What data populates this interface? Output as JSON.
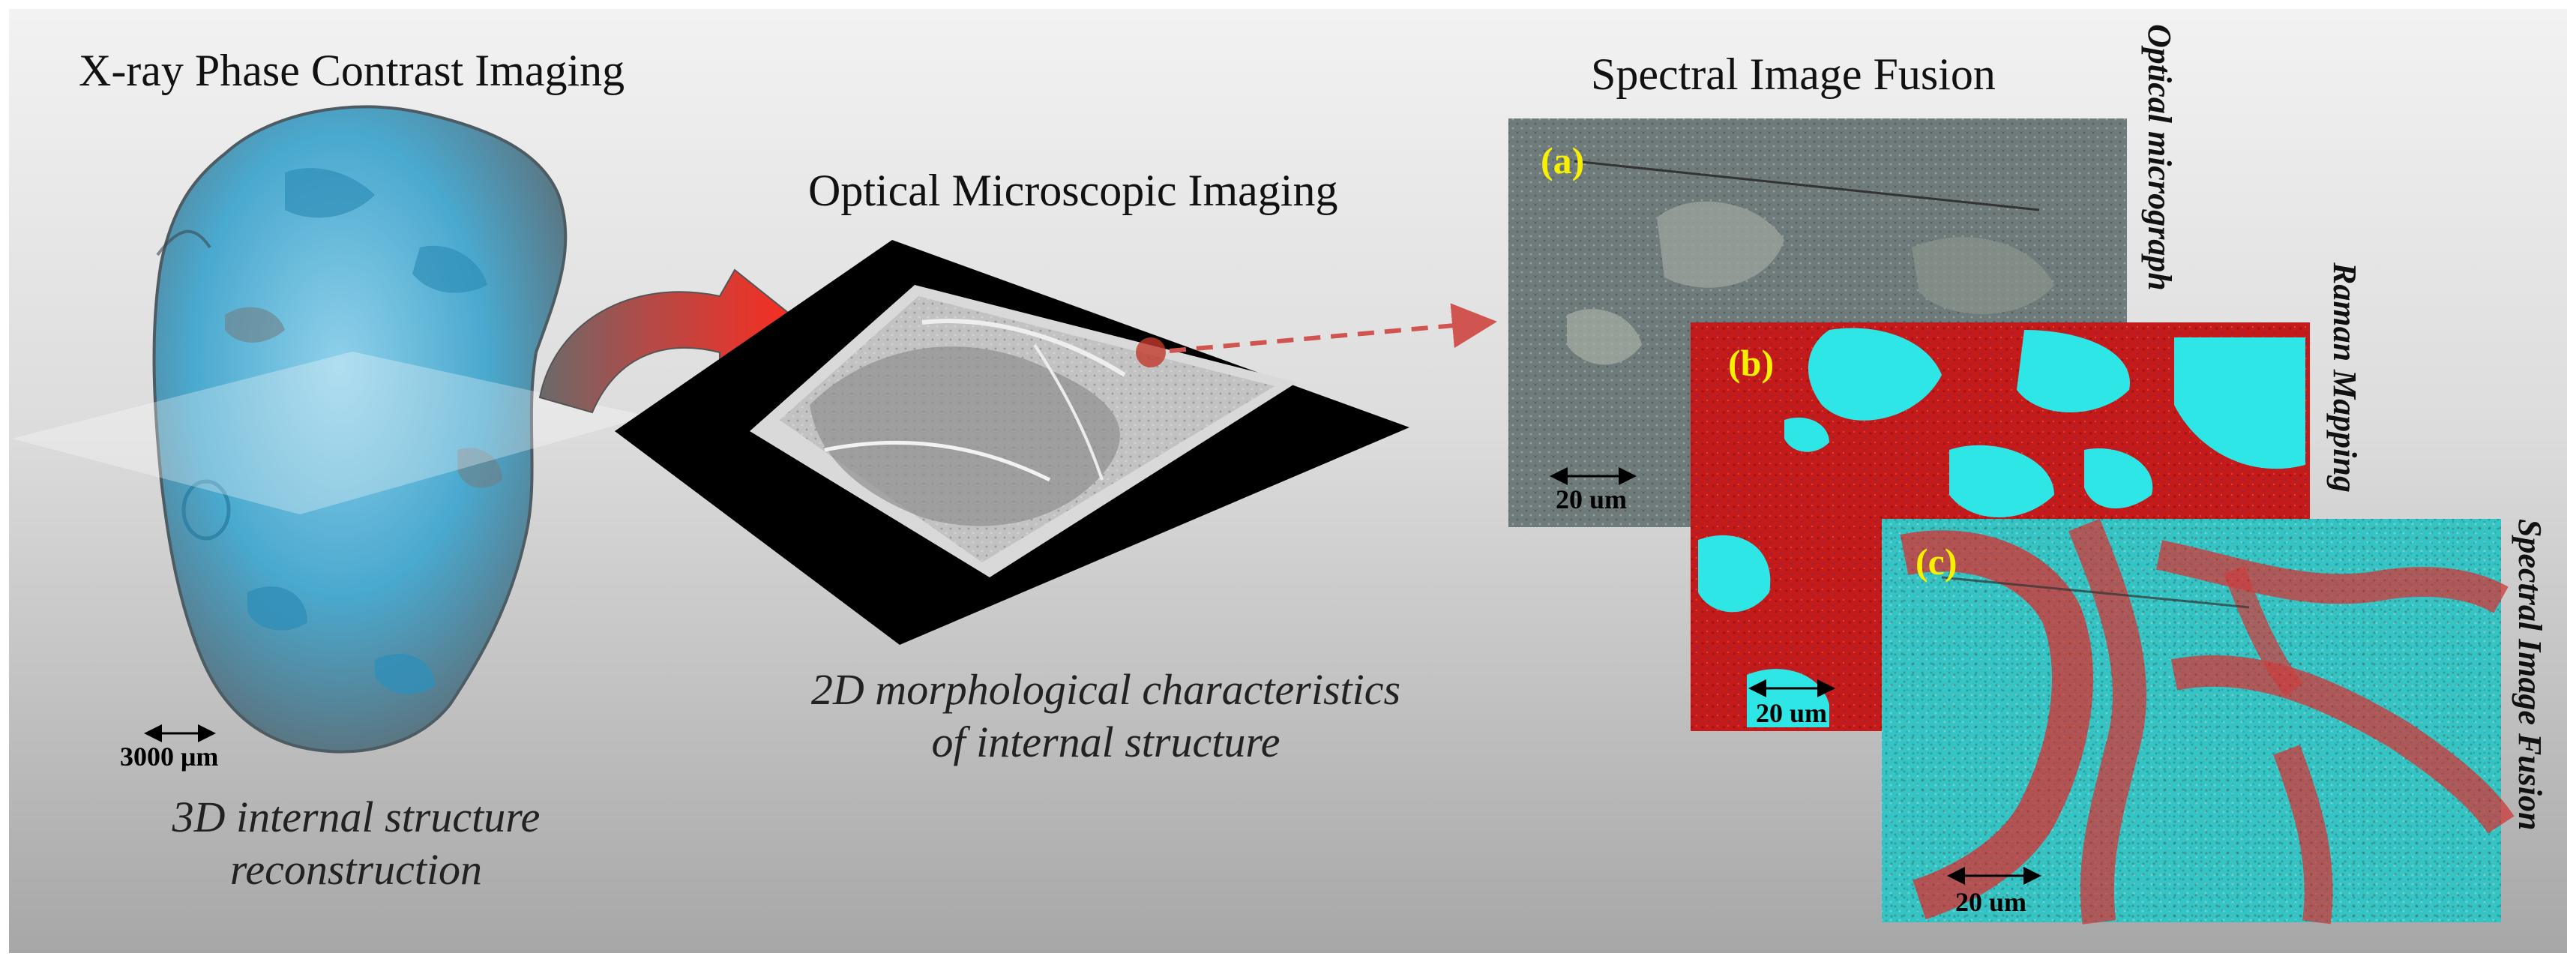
{
  "xray": {
    "title": "X-ray Phase Contrast Imaging",
    "scale": "3000 μm",
    "caption_line1": "3D internal structure",
    "caption_line2": "reconstruction"
  },
  "optical": {
    "title": "Optical Microscopic Imaging",
    "caption_line1": "2D morphological characteristics",
    "caption_line2": "of internal structure"
  },
  "fusion": {
    "title": "Spectral Image Fusion",
    "panels": [
      {
        "label": "(a)",
        "scale": "20 um",
        "side_title": "Optical micrograph"
      },
      {
        "label": "(b)",
        "scale": "20 um",
        "side_title": "Raman Mapping"
      },
      {
        "label": "(c)",
        "scale": "20 um",
        "side_title": "Spectral Image Fusion"
      }
    ]
  },
  "colors": {
    "sample_blue": "#4aa9cf",
    "arrow_red": "#e8302a",
    "raman_cyan": "#2fe6e6",
    "raman_red": "#c41a1a",
    "label_yellow": "#f7f000"
  }
}
